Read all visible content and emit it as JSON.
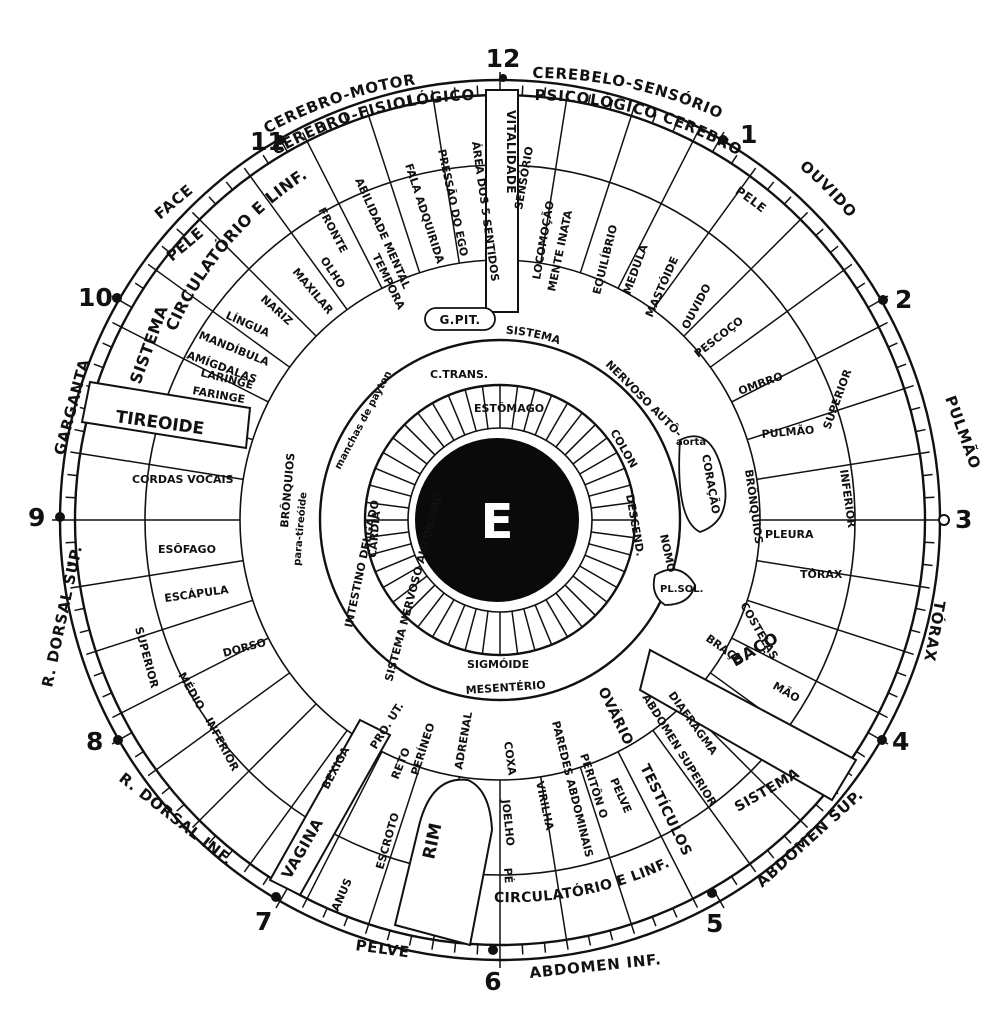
{
  "center_label": "E",
  "clock_numbers": [
    "1",
    "2",
    "3",
    "4",
    "5",
    "6",
    "7",
    "8",
    "9",
    "10",
    "11",
    "12"
  ],
  "outer_labels": {
    "top_left_1": "CEREBRO-MOTOR",
    "top_left_2": "CEREBRO-FISIOLÓGICO",
    "top_right_1": "CEREBELO-SENSÓRIO",
    "top_right_2": "PSICOLÓGICO CEREBRO",
    "ouvido": "OUVIDO",
    "pulmao": "PULMÃO",
    "torax": "TÓRAX",
    "abdomen_sup": "ABDOMEN SUP.",
    "abdomen_inf": "ABDOMEN INF.",
    "pelve": "PELVE",
    "r_dorsal_inf": "R. DORSAL INF.",
    "r_dorsal_sup": "R. DORSAL SUP.",
    "garganta": "GARGANTA",
    "face": "FACE"
  },
  "bands": {
    "vitalidade": "VITALIDADE",
    "tireoide": "TIREOIDE",
    "vagina": "VAGINA",
    "rim": "RIM",
    "sistema_right": "SISTEMA",
    "pele_top_right": "PELE",
    "pele_top_left": "PELE",
    "circulatorio_top": "CIRCULATÓRIO E LINF.",
    "sistema_left": "SISTEMA",
    "circulatorio_bottom": "CIRCULATÓRIO E LINF."
  },
  "zones": {
    "area_sentidos": "ÁREA DOS 5 SENTIDOS",
    "pressao_do_ego": "PRESSÃO DO EGO",
    "fala_adquirida": "FALA ADQUIRIDA",
    "abilidade_mental": "ABILIDADE MENTAL",
    "fronte": "FRONTE",
    "temporal": "TEMPORA",
    "olho": "OLHO",
    "maxilar": "MAXILAR",
    "nariz": "NARIZ",
    "lingua": "LÍNGUA",
    "mandibula": "MANDÍBULA",
    "amigdalas": "AMÍGDALAS",
    "laringe": "LARINGE",
    "faringe": "FARINGE",
    "g_pit": "G.PIT.",
    "sensorio": "SENSÓRIO",
    "locomocao": "LOCOMOÇÃO",
    "mente_inata": "MENTE INATA",
    "equilibrio": "EQUILÍBRIO",
    "medula": "MEDULA",
    "mastoide": "MASTÓIDE",
    "ouvido_inner": "OUVIDO",
    "pescoco": "PESCOÇO",
    "ombro": "OMBRO",
    "superior_r": "SUPERIOR",
    "pulmao_inner": "PULMÃO",
    "inferior_r": "INFERIOR",
    "bronquios_r": "BRÔNQUIOS",
    "pleura": "PLEURA",
    "torax_inner": "TÓRAX",
    "costelas": "COSTELAS",
    "braco": "BRAÇO",
    "mao": "MÃO",
    "baco": "BAÇO",
    "diafragma": "DIAFRAGMA",
    "abdomen_superior": "ABDOMEN SUPERIOR",
    "ovario": "OVÁRIO",
    "testiculos": "TESTÍCULOS",
    "pelve_inner": "PELVE",
    "periton": "PERITÔN O",
    "paredes_abdominais": "PAREDES ABDOMINAIS",
    "virilha": "VIRILHA",
    "coxa": "COXA",
    "joelho": "JOELHO",
    "pe": "PÉ",
    "adrenal": "ADRENAL",
    "perineo": "PERÍNEO",
    "reto": "RETO",
    "escroto": "ESCROTO",
    "anus": "ANUS",
    "mesenterio": "MESENTÉRIO",
    "sigmoide": "SIGMÓIDE",
    "pro_ut": "PRO. UT.",
    "bexiga": "BEXIGA",
    "inferior_l": "INFERIOR",
    "medio": "MÉDIO",
    "superior_l": "SUPERIOR",
    "dorso": "DORSO",
    "escapula": "ESCÁPULA",
    "esofago": "ESÔFAGO",
    "cordas_vocais": "CORDAS VOCAIS",
    "bronquios_l": "BRÔNQUIOS",
    "para_tireoide": "para-tireóide",
    "manchas_peyton": "manchas de payton",
    "c_trans": "C.TRANS.",
    "estomago": "ESTÔMAGO",
    "colon": "COLON",
    "descend": "DESCEND.",
    "cardia": "CARDIA",
    "intestino_delgado": "INTESTINO DELGADO",
    "sistema_nervoso_top": "SISTEMA",
    "nervoso_auto": "NERVOSO AUTÔ-",
    "nomo": "NOMO",
    "sistema_nervoso_left": "SISTEMA NERVOSO AUTONOMO",
    "aorta": "aorta",
    "coracao": "CORAÇÃO",
    "pl_sol": "PL.SOL."
  }
}
